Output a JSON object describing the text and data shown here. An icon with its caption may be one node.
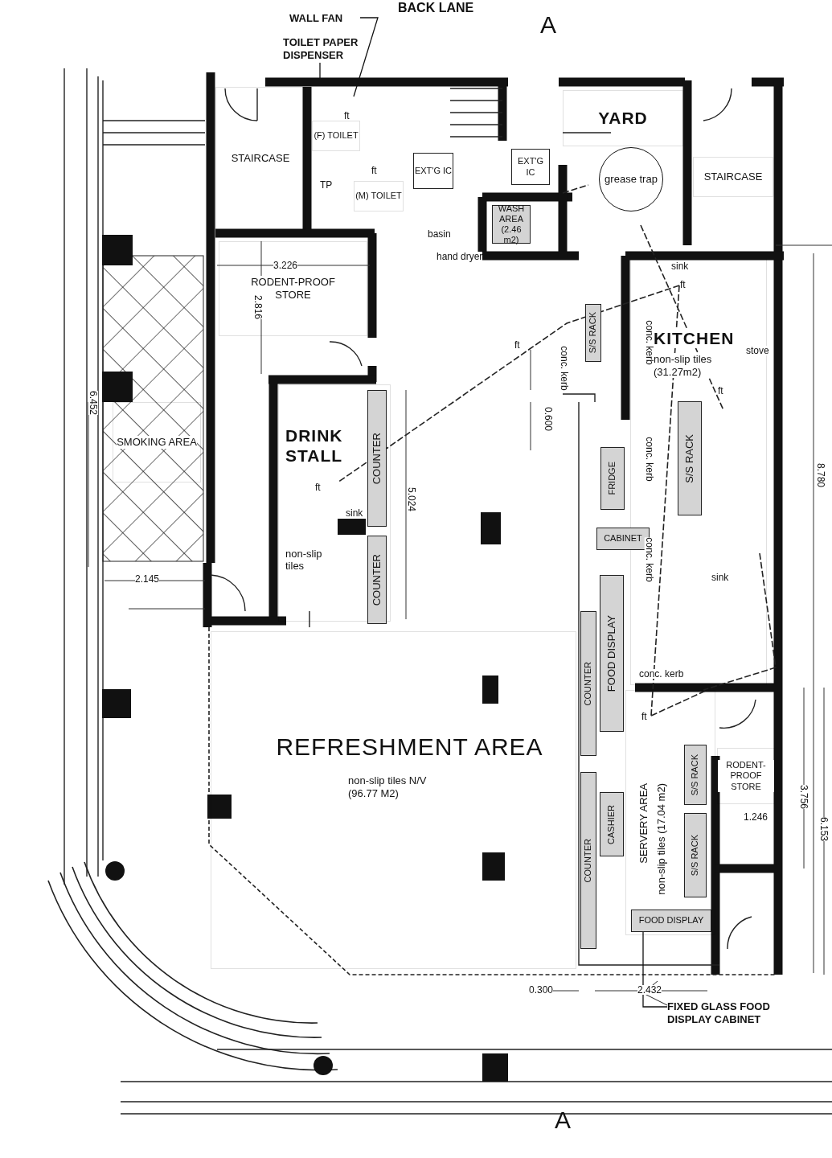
{
  "diagram": {
    "nodes": [
      {
        "text": [
          "STAIRCASE"
        ]
      },
      {
        "text": [
          "(F) TOILET"
        ]
      },
      {
        "text": [
          "(M) TOILET"
        ]
      },
      {
        "text": [
          "EXT'G IC"
        ]
      },
      {
        "text": [
          "EXT'G IC"
        ]
      },
      {
        "text": [
          "YARD"
        ]
      },
      {
        "text": [
          "grease trap"
        ]
      },
      {
        "text": [
          "STAIRCASE"
        ]
      },
      {
        "text": [
          "WASH AREA (2.46 m2)"
        ]
      },
      {
        "text": [
          "RODENT-PROOF STORE"
        ]
      },
      {
        "text": [
          "DRINK STALL",
          "non-slip tiles"
        ]
      },
      {
        "text": [
          "SMOKING AREA"
        ]
      },
      {
        "text": [
          "KITCHEN",
          "non-slip tiles (31.27m2)"
        ]
      },
      {
        "text": [
          "REFRESHMENT AREA",
          "non-slip tiles N/V (96.77 M2)"
        ]
      },
      {
        "text": [
          "SERVERY AREA",
          "non-slip tiles (17.04 m2)"
        ]
      },
      {
        "text": [
          "RODENT-PROOF STORE"
        ]
      },
      {
        "text": [
          "COUNTER"
        ],
        "in": 10
      },
      {
        "text": [
          "COUNTER"
        ],
        "in": 10
      },
      {
        "text": [
          "S/S RACK"
        ]
      },
      {
        "text": [
          "FRIDGE"
        ]
      },
      {
        "text": [
          "CABINET"
        ]
      },
      {
        "text": [
          "S/S RACK"
        ],
        "in": 12
      },
      {
        "text": [
          "FOOD DISPLAY"
        ]
      },
      {
        "text": [
          "COUNTER"
        ]
      },
      {
        "text": [
          "COUNTER"
        ]
      },
      {
        "text": [
          "CASHIER"
        ]
      },
      {
        "text": [
          "S/S RACK"
        ],
        "in": 14
      },
      {
        "text": [
          "S/S RACK"
        ],
        "in": 14
      },
      {
        "text": [
          "FOOD DISPLAY"
        ],
        "in": 14
      },
      {
        "text": [
          "WALL FAN"
        ]
      },
      {
        "text": [
          "TOILET PAPER DISPENSER"
        ]
      },
      {
        "text": [
          "FIXED GLASS FOOD DISPLAY CABINET"
        ]
      }
    ],
    "edges": [
      {
        "from": 29,
        "to": null,
        "arrow": "none"
      },
      {
        "from": 30,
        "to": null,
        "arrow": "none"
      },
      {
        "from": 31,
        "to": 28,
        "arrow": "none"
      }
    ],
    "labels": [
      "BACK LANE",
      "A",
      "ft",
      "TP",
      "ft",
      "basin",
      "hand dryer",
      "3.226",
      "2.816",
      "sink",
      "ft",
      "ft",
      "conc. kerb",
      "conc. kerb",
      "stove",
      "ft",
      "0.600",
      "6.452",
      "conc. kerb",
      "8.780",
      "ft",
      "sink",
      "5.024",
      "conc. kerb",
      "sink",
      "2.145",
      "conc. kerb",
      "ft",
      "3.756",
      "1.246",
      "6.153",
      "0.300",
      "2.432",
      "A"
    ]
  }
}
